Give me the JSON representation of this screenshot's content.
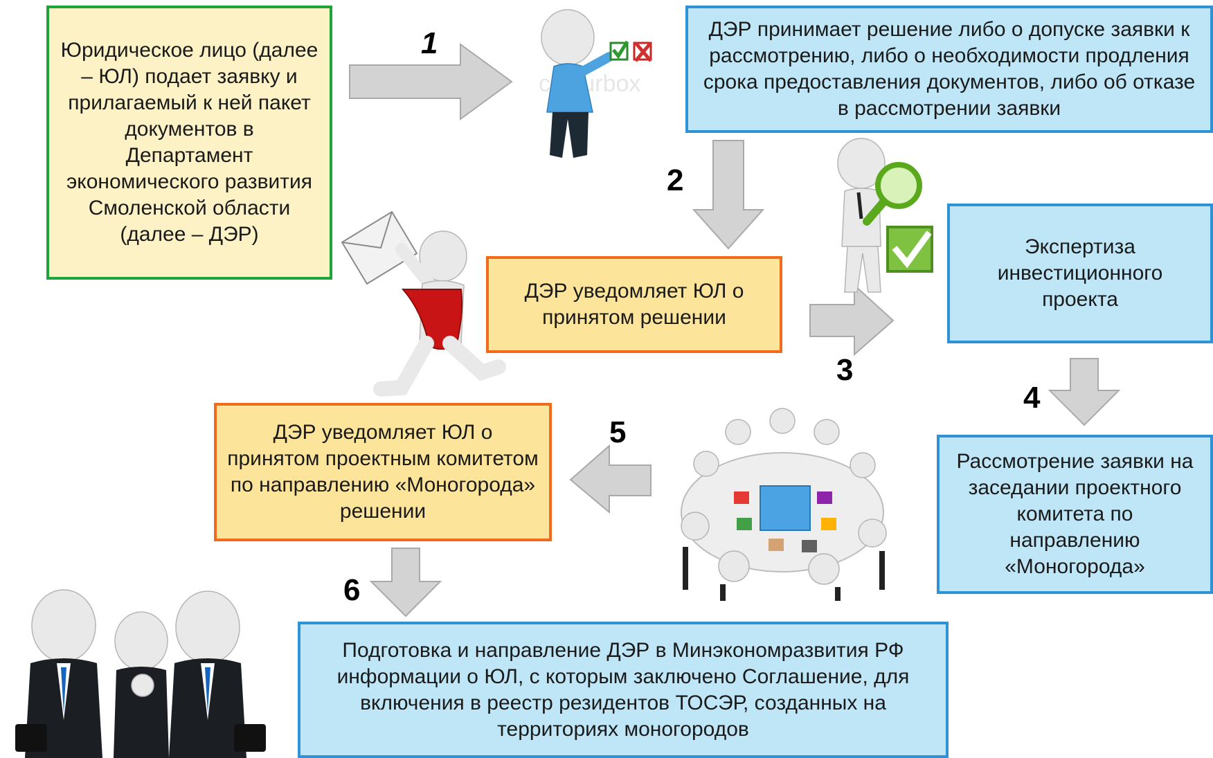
{
  "boxes": {
    "b1": "Юридическое лицо (далее – ЮЛ) подает заявку и прилагаемый к ней пакет документов в Департамент экономического развития Смоленской области (далее – ДЭР)",
    "b2": "ДЭР принимает решение либо о допуске заявки к рассмотрению, либо о необходимости продления срока предоставления документов, либо об отказе в рассмотрении заявки",
    "b3": "ДЭР уведомляет ЮЛ о принятом решении",
    "b4": "Экспертиза инвестиционного проекта",
    "b5": "Рассмотрение заявки на заседании проектного комитета по направлению «Моногорода»",
    "b6": "ДЭР уведомляет ЮЛ о принятом проектным комитетом по направлению «Моногорода» решении",
    "b7": "Подготовка и направление ДЭР в Минэкономразвития РФ информации о ЮЛ, с которым заключено Соглашение, для включения в реестр резидентов ТОСЭР, созданных на территориях моногородов"
  },
  "steps": [
    "1",
    "2",
    "3",
    "4",
    "5",
    "6"
  ],
  "watermark": "colourbox",
  "colors": {
    "green_border": "#1fa43a",
    "orange_border": "#f26b1d",
    "blue_border": "#2f92d6",
    "cream_fill": "#fdf2c6",
    "yellow_fill": "#fde49b",
    "blue_fill": "#bfe6f7",
    "arrow_fill": "#d3d3d3"
  },
  "illustrations": [
    "person-checkbox-figure",
    "courier-envelope-figure",
    "magnifier-check-figure",
    "round-table-puzzle-figure",
    "business-handshake-figure"
  ]
}
